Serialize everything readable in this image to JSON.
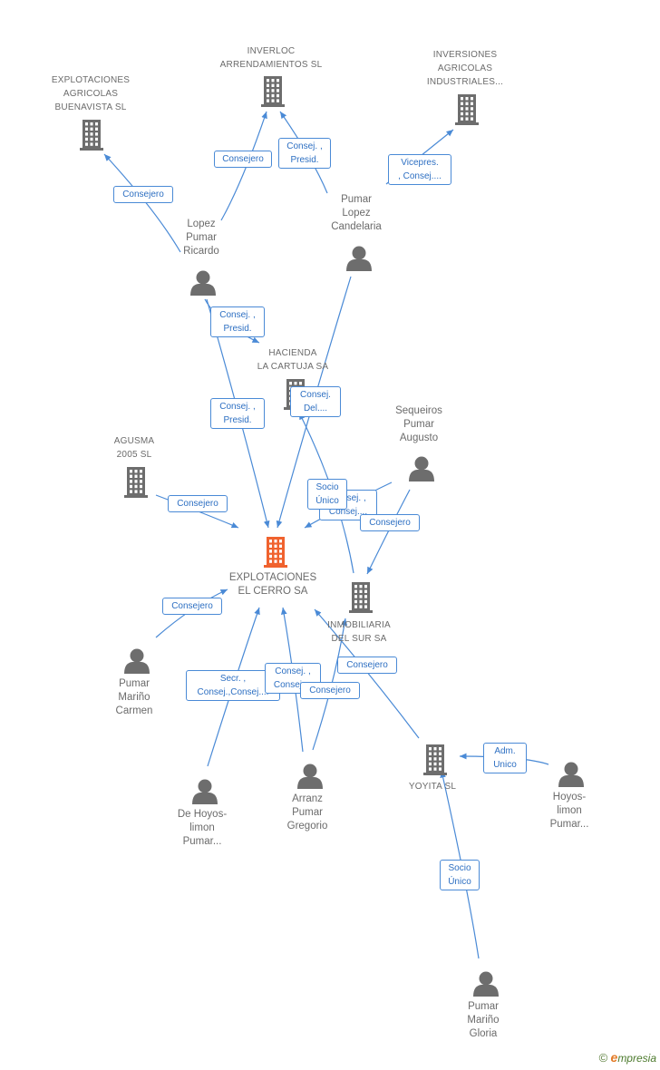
{
  "nodes": {
    "explotaciones_el_cerro": {
      "label_lines": [
        "EXPLOTACIONES",
        "EL CERRO SA"
      ],
      "icon": "building-icon",
      "kind": "company",
      "color": "#f0622e"
    },
    "explotaciones_buenavista": {
      "label_lines": [
        "EXPLOTACIONES",
        "AGRICOLAS",
        "BUENAVISTA SL"
      ],
      "icon": "building-icon",
      "kind": "company"
    },
    "inverloc": {
      "label_lines": [
        "INVERLOC",
        "ARRENDAMIENTOS SL"
      ],
      "icon": "building-icon",
      "kind": "company"
    },
    "inversiones_agricolas": {
      "label_lines": [
        "INVERSIONES",
        "AGRICOLAS",
        "INDUSTRIALES..."
      ],
      "icon": "building-icon",
      "kind": "company"
    },
    "hacienda_cartuja": {
      "label_lines": [
        "HACIENDA",
        "LA CARTUJA SA"
      ],
      "icon": "building-icon",
      "kind": "company"
    },
    "agusma": {
      "label_lines": [
        "AGUSMA",
        "2005 SL"
      ],
      "icon": "building-icon",
      "kind": "company"
    },
    "inmobiliaria_sur": {
      "label_lines": [
        "INMOBILIARIA",
        "DEL SUR SA"
      ],
      "icon": "building-icon",
      "kind": "company"
    },
    "yoyita": {
      "label_lines": [
        "YOYITA SL"
      ],
      "icon": "building-icon",
      "kind": "company"
    },
    "lopez_pumar_ricardo": {
      "label_lines": [
        "Lopez",
        "Pumar",
        "Ricardo"
      ],
      "icon": "person-icon",
      "kind": "person"
    },
    "pumar_lopez_candelaria": {
      "label_lines": [
        "Pumar",
        "Lopez",
        "Candelaria"
      ],
      "icon": "person-icon",
      "kind": "person"
    },
    "sequeiros_pumar_augusto": {
      "label_lines": [
        "Sequeiros",
        "Pumar",
        "Augusto"
      ],
      "icon": "person-icon",
      "kind": "person"
    },
    "pumar_marino_carmen": {
      "label_lines": [
        "Pumar",
        "Mariño",
        "Carmen"
      ],
      "icon": "person-icon",
      "kind": "person"
    },
    "de_hoyos_limon_pumar": {
      "label_lines": [
        "De Hoyos-",
        "limon",
        "Pumar..."
      ],
      "icon": "person-icon",
      "kind": "person"
    },
    "arranz_pumar_gregorio": {
      "label_lines": [
        "Arranz",
        "Pumar",
        "Gregorio"
      ],
      "icon": "person-icon",
      "kind": "person"
    },
    "hoyos_limon_pumar": {
      "label_lines": [
        "Hoyos-",
        "limon",
        "Pumar..."
      ],
      "icon": "person-icon",
      "kind": "person"
    },
    "pumar_marino_gloria": {
      "label_lines": [
        "Pumar",
        "Mariño",
        "Gloria"
      ],
      "icon": "person-icon",
      "kind": "person"
    }
  },
  "edges": [
    {
      "id": "e1",
      "from": "lopez_pumar_ricardo",
      "to": "explotaciones_buenavista",
      "label_lines": [
        "Consejero"
      ]
    },
    {
      "id": "e2",
      "from": "lopez_pumar_ricardo",
      "to": "inverloc",
      "label_lines": [
        "Consejero"
      ]
    },
    {
      "id": "e3",
      "from": "pumar_lopez_candelaria",
      "to": "inverloc",
      "label_lines": [
        "Consej. ,",
        "Presid."
      ]
    },
    {
      "id": "e4",
      "from": "pumar_lopez_candelaria",
      "to": "inversiones_agricolas",
      "label_lines": [
        "Vicepres.",
        ", Consej...."
      ]
    },
    {
      "id": "e5",
      "from": "lopez_pumar_ricardo",
      "to": "hacienda_cartuja",
      "label_lines": [
        "Consej. ,",
        "Presid."
      ]
    },
    {
      "id": "e6",
      "from": "lopez_pumar_ricardo",
      "to": "explotaciones_el_cerro",
      "label_lines": [
        "Consej. ,",
        "Presid."
      ]
    },
    {
      "id": "e7",
      "from": "pumar_lopez_candelaria",
      "to": "explotaciones_el_cerro",
      "label_lines": [
        "Consej.",
        "Del...."
      ]
    },
    {
      "id": "e8",
      "from": "agusma",
      "to": "explotaciones_el_cerro",
      "label_lines": [
        "Consejero"
      ]
    },
    {
      "id": "e9",
      "from": "sequeiros_pumar_augusto",
      "to": "explotaciones_el_cerro",
      "label_lines": [
        "Consej. ,",
        "Consej...."
      ]
    },
    {
      "id": "e10",
      "from": "sequeiros_pumar_augusto",
      "to": "inmobiliaria_sur",
      "label_lines": [
        "Consejero"
      ]
    },
    {
      "id": "e11",
      "from": "inmobiliaria_sur",
      "to": "hacienda_cartuja",
      "label_lines": [
        "Socio",
        "Único"
      ]
    },
    {
      "id": "e12",
      "from": "pumar_marino_carmen",
      "to": "explotaciones_el_cerro",
      "label_lines": [
        "Consejero"
      ]
    },
    {
      "id": "e13",
      "from": "de_hoyos_limon_pumar",
      "to": "explotaciones_el_cerro",
      "label_lines": [
        "Secr. ,",
        "Consej.,Consej...."
      ]
    },
    {
      "id": "e14",
      "from": "arranz_pumar_gregorio",
      "to": "explotaciones_el_cerro",
      "label_lines": [
        "Consej. ,",
        "Consej...."
      ]
    },
    {
      "id": "e15",
      "from": "arranz_pumar_gregorio",
      "to": "inmobiliaria_sur",
      "label_lines": [
        "Consejero"
      ]
    },
    {
      "id": "e16",
      "from": "yoyita",
      "to": "explotaciones_el_cerro",
      "label_lines": [
        "Consejero"
      ]
    },
    {
      "id": "e17",
      "from": "hoyos_limon_pumar",
      "to": "yoyita",
      "label_lines": [
        "Adm.",
        "Unico"
      ]
    },
    {
      "id": "e18",
      "from": "pumar_marino_gloria",
      "to": "yoyita",
      "label_lines": [
        "Socio",
        "Único"
      ]
    }
  ],
  "colors": {
    "edge": "#4a8ad6",
    "icon": "#6d6d6d",
    "main_icon": "#f0622e",
    "label": "#6b6b6b"
  },
  "watermark": {
    "symbol": "©",
    "brand_initial": "e",
    "brand_rest": "mpresia"
  }
}
